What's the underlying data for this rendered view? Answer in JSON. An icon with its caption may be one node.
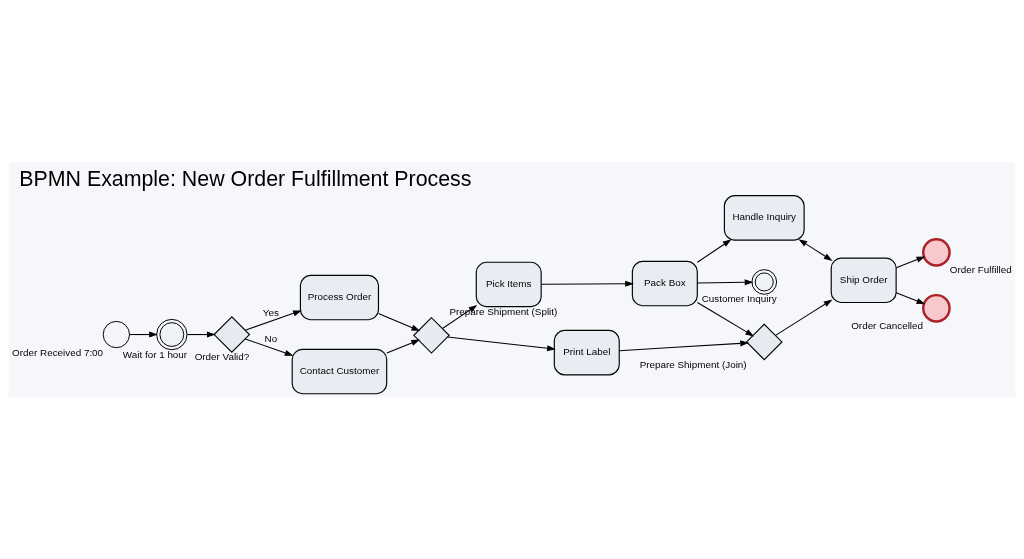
{
  "diagram": {
    "title": "BPMN Example: New Order Fulfillment Process",
    "nodes": [
      {
        "text": [
          "Order Received 7:00"
        ]
      },
      {
        "text": [
          "Wait for 1 hour"
        ]
      },
      {
        "text": [
          "Order Valid?"
        ]
      },
      {
        "text": [
          "Process Order"
        ]
      },
      {
        "text": [
          "Contact Customer"
        ]
      },
      {
        "text": [
          "Prepare Shipment (Split)"
        ]
      },
      {
        "text": [
          "Pick Items"
        ]
      },
      {
        "text": [
          "Print Label"
        ]
      },
      {
        "text": [
          "Pack Box"
        ]
      },
      {
        "text": [
          "Handle Inquiry"
        ]
      },
      {
        "text": [
          "Customer Inquiry"
        ]
      },
      {
        "text": [
          "Prepare Shipment (Join)"
        ]
      },
      {
        "text": [
          "Ship Order"
        ]
      },
      {
        "text": [
          "Order Fulfilled"
        ]
      },
      {
        "text": [
          "Order Cancelled"
        ]
      }
    ],
    "edges": [
      {
        "from": 0,
        "to": 1,
        "arrow": "to"
      },
      {
        "from": 1,
        "to": 2,
        "arrow": "to"
      },
      {
        "from": 2,
        "to": 3,
        "arrow": "to",
        "label": "Yes"
      },
      {
        "from": 2,
        "to": 4,
        "arrow": "to",
        "label": "No"
      },
      {
        "from": 3,
        "to": 5,
        "arrow": "to"
      },
      {
        "from": 4,
        "to": 5,
        "arrow": "to"
      },
      {
        "from": 5,
        "to": 6,
        "arrow": "to"
      },
      {
        "from": 5,
        "to": 7,
        "arrow": "to"
      },
      {
        "from": 6,
        "to": 8,
        "arrow": "to"
      },
      {
        "from": 8,
        "to": 9,
        "arrow": "to"
      },
      {
        "from": 8,
        "to": 10,
        "arrow": "to"
      },
      {
        "from": 8,
        "to": 11,
        "arrow": "to"
      },
      {
        "from": 7,
        "to": 11,
        "arrow": "to"
      },
      {
        "from": 11,
        "to": 12,
        "arrow": "to"
      },
      {
        "from": 9,
        "to": 12,
        "arrow": "both"
      },
      {
        "from": 12,
        "to": 13,
        "arrow": "to"
      },
      {
        "from": 12,
        "to": 14,
        "arrow": "to"
      }
    ]
  }
}
